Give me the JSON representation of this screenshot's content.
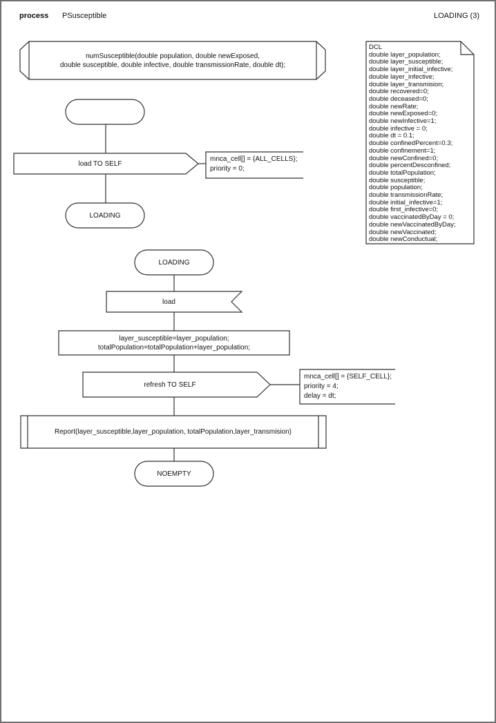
{
  "header": {
    "doc_type": "process",
    "title": "PSusceptible",
    "page_label": "LOADING (3)"
  },
  "procedure_declaration": {
    "lines": [
      "numSusceptible(double population, double newExposed,",
      "double susceptible, double infective, double transmissionRate, double dt);"
    ]
  },
  "dcl_note": {
    "lines": [
      "DCL",
      "double layer_population;",
      "double layer_susceptible;",
      "double layer_initial_infective;",
      "double layer_infective;",
      "double layer_transmision;",
      "double recovered=0;",
      "double deceased=0;",
      "double newRate;",
      "double newExposed=0;",
      "double newInfective=1;",
      "double infective = 0;",
      "double dt = 0.1;",
      "double confinedPercent=0.3;",
      "double confinement=1;",
      "double newConfined=0;",
      "double percentDesconfined;",
      "double totalPopulation;",
      "double susceptible;",
      "double population;",
      "double transmissionRate;",
      "double initial_infective=1;",
      "double first_infective=0;",
      "double vaccinatedByDay = 0;",
      "double newVaccinatedByDay;",
      "double newVaccinated;",
      "double newConductual;"
    ]
  },
  "flow_start": {
    "output_label": "load TO SELF",
    "output_annotation": [
      "mnca_cell[] = {ALL_CELLS};",
      "priority = 0;"
    ],
    "next_state": "LOADING"
  },
  "flow_loading": {
    "state": "LOADING",
    "input_label": "load",
    "task_lines": [
      "layer_susceptible=layer_population;",
      "totalPopulation=totalPopulation+layer_population;"
    ],
    "output_label": "refresh TO SELF",
    "output_annotation": [
      "mnca_cell[] = {SELF_CELL};",
      "priority = 4;",
      "delay = dt;"
    ],
    "procedure_call": "Report(layer_susceptible,layer_population, totalPopulation,layer_transmision)",
    "next_state": "NOEMPTY"
  },
  "colors": {
    "stroke": "#2f2f2f",
    "page_border": "#6f6f6f",
    "background": "#ffffff"
  }
}
